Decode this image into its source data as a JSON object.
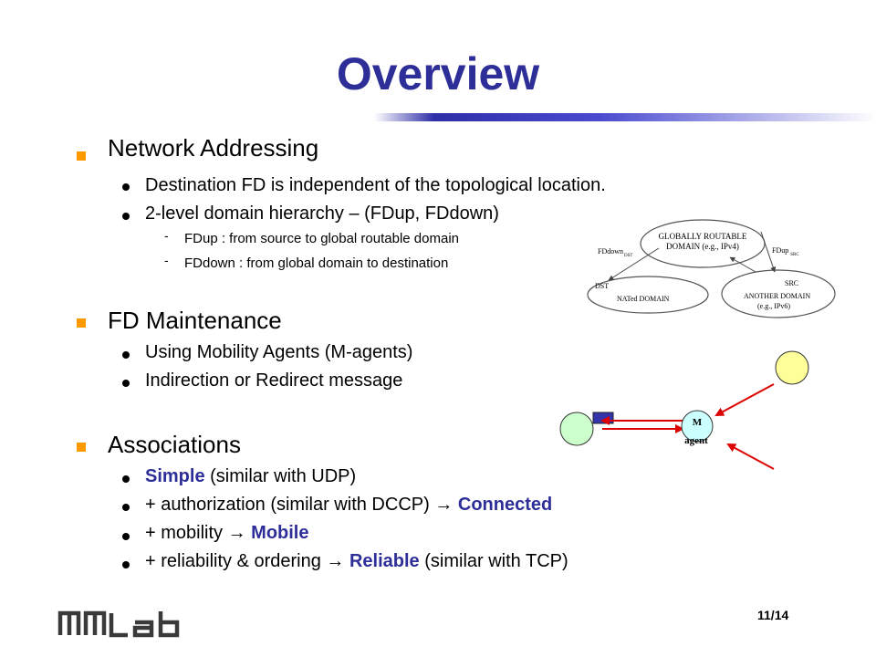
{
  "slide": {
    "title": "Overview",
    "page_number": "11/14"
  },
  "sections": [
    {
      "heading": "Network Addressing",
      "bullets": [
        "Destination FD is independent of the topological location.",
        "2-level domain hierarchy – (FDup, FDdown)"
      ],
      "sub_bullets": [
        "FDup : from source to global routable domain",
        "FDdown : from global domain to destination"
      ]
    },
    {
      "heading": "FD Maintenance",
      "bullets": [
        "Using Mobility Agents (M-agents)",
        "Indirection or Redirect message"
      ]
    },
    {
      "heading": "Associations",
      "bullets": [
        {
          "hl": "Simple",
          "rest": " (similar with UDP)"
        },
        {
          "pre": "+ authorization (similar with DCCP) → ",
          "hl": "Connected"
        },
        {
          "pre": "+ mobility → ",
          "hl": "Mobile"
        },
        {
          "pre": "+ reliability & ordering → ",
          "hl": "Reliable",
          "rest": " (similar with TCP)"
        }
      ]
    }
  ],
  "domain_diagram": {
    "global_line1": "GLOBALLY ROUTABLE",
    "global_line2": "DOMAIN (e.g., IPv4)",
    "fddown": "FDdown",
    "fddown_sub": "DST",
    "fdup": "FDup",
    "fdup_sub": "SRC",
    "dst_label": "DST",
    "dst_domain": "NATed DOMAIN",
    "src_label": "SRC",
    "src_domain": "ANOTHER DOMAIN",
    "src_example": "(e.g., IPv6)"
  },
  "magent_diagram": {
    "label_line1": "M",
    "label_line2": "agent"
  },
  "colors": {
    "title": "#2E2E99",
    "highlight": "#2E2E99",
    "square_bullet": "#FF9900",
    "node_green": "#CCFFCC",
    "node_yellow": "#FFFF99",
    "node_cyan": "#CCFFFF",
    "arrow_red": "#DD0000"
  }
}
